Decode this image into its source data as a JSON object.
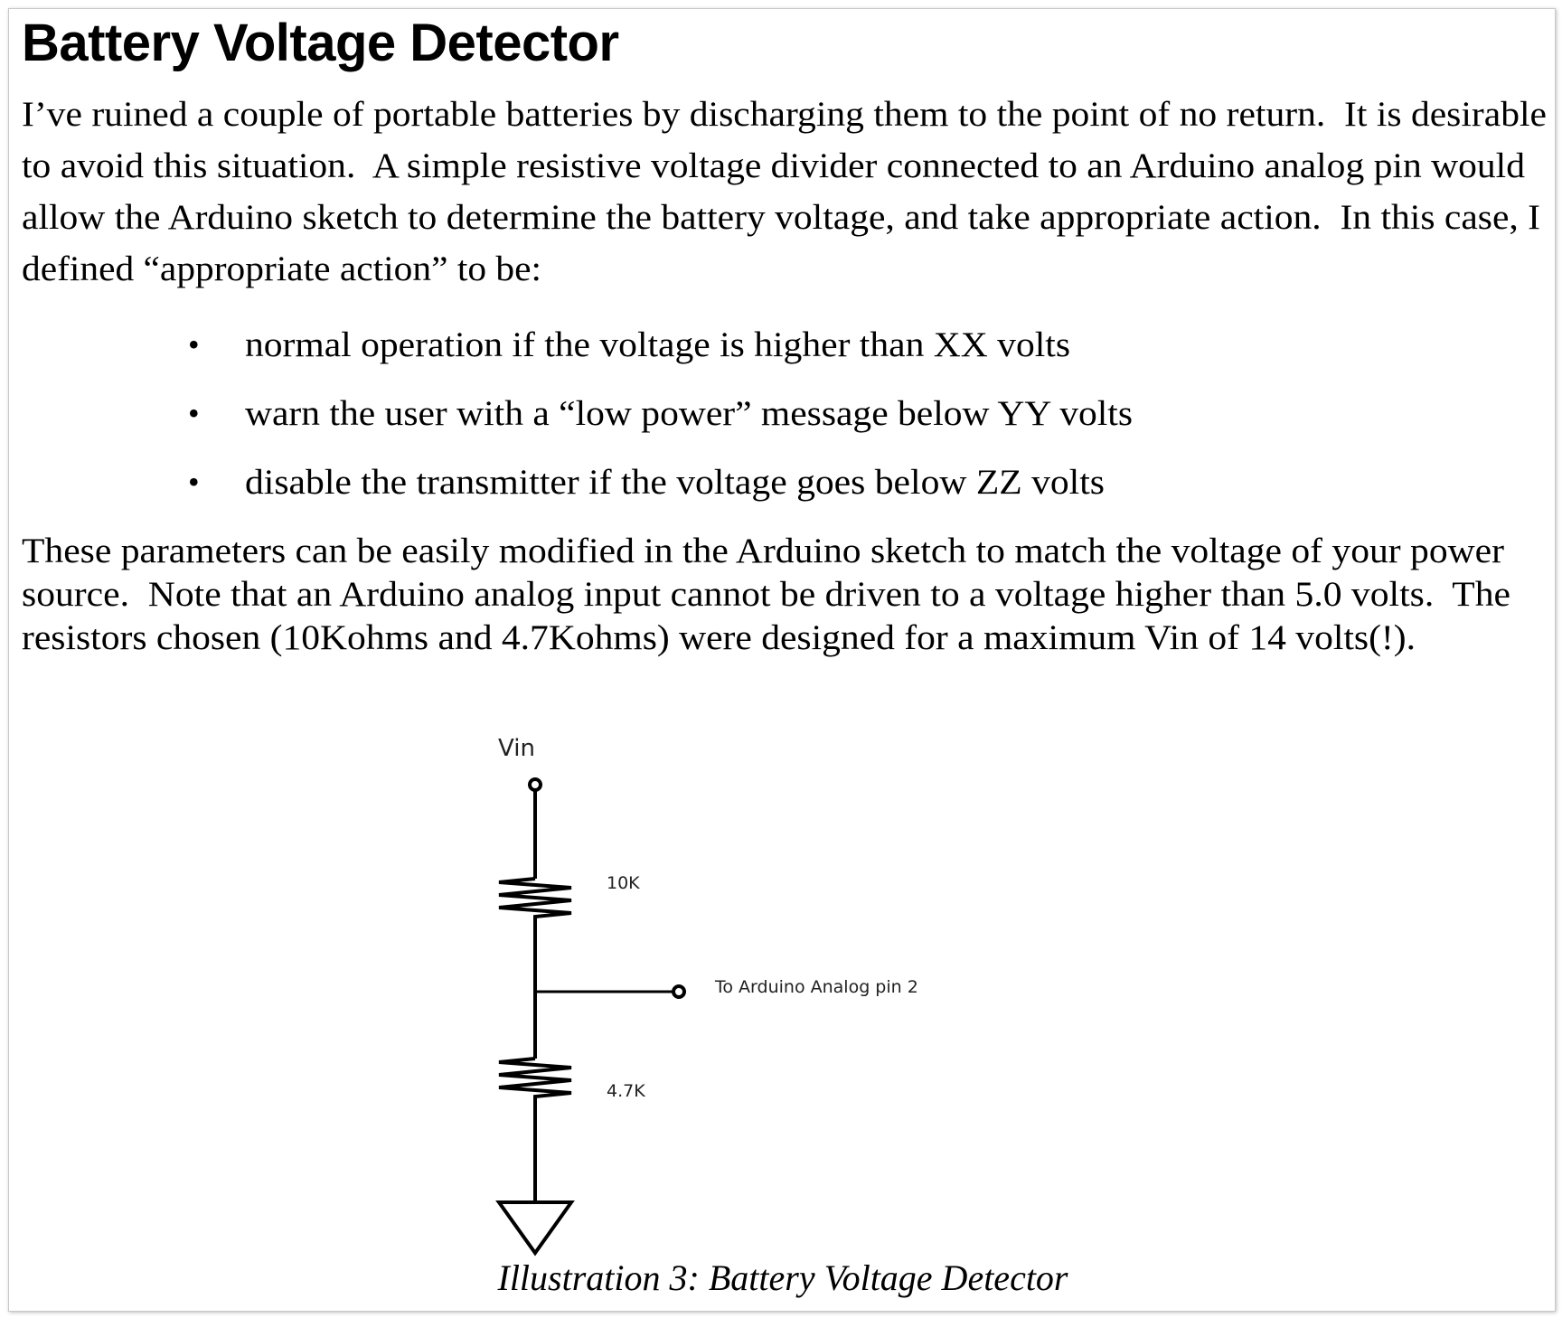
{
  "title": "Battery Voltage Detector",
  "intro_lines": [
    "I’ve ruined a couple of portable batteries by discharging them to the point of no return.  It is desirable",
    "to avoid this situation.  A simple resistive voltage divider connected to an Arduino analog pin would",
    "allow the Arduino sketch to determine the battery voltage, and take appropriate action.  In this case, I",
    "defined “appropriate action” to be:"
  ],
  "bullets": [
    "normal operation if the voltage is higher than XX volts",
    "warn the user with a “low power” message below YY volts",
    "disable the transmitter if the voltage goes below ZZ volts"
  ],
  "bullet_symbol": "•",
  "params_lines": [
    "These parameters can be easily modified in the Arduino sketch to match the voltage of your power",
    "source.  Note that an Arduino analog input cannot be driven to a voltage higher than 5.0 volts.  The",
    "resistors chosen (10Kohms and 4.7Kohms) were designed for a maximum Vin of 14 volts(!)."
  ],
  "diagram": {
    "vin_label": "Vin",
    "r1_label": "10K",
    "r2_label": "4.7K",
    "output_label": "To Arduino Analog pin 2"
  },
  "caption": "Illustration 3: Battery Voltage Detector"
}
